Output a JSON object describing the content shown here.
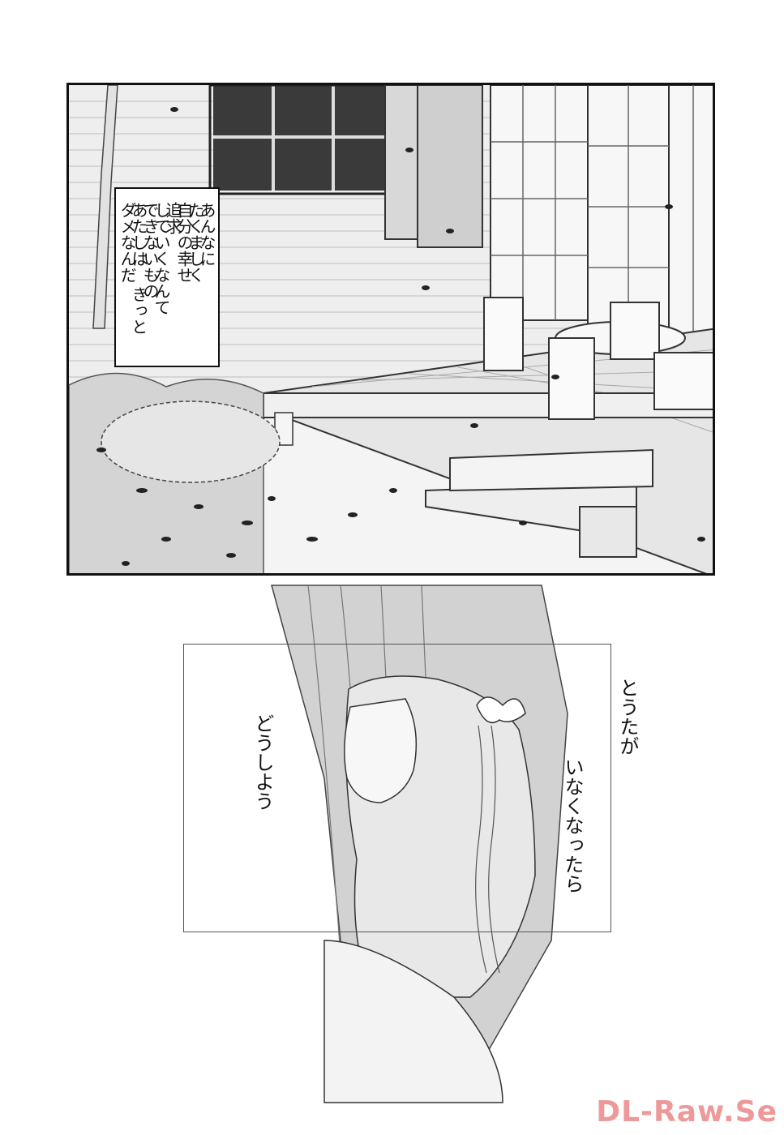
{
  "panel1": {
    "caption_lines": [
      "あんなに",
      "たくましく",
      "自分の幸せ",
      "追求",
      "していくなんて",
      "できないもの",
      "あたしは きっと",
      "ダメなんだ"
    ]
  },
  "panel2": {
    "speech_lines": [
      "とうたが",
      "いなくなったら",
      "どうしよう"
    ]
  },
  "watermark": "DL-Raw.Se"
}
